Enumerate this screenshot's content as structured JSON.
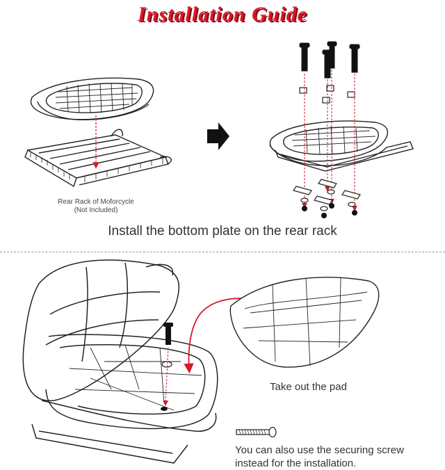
{
  "title": "Installation Guide",
  "top_section": {
    "rack_caption_line1": "Rear Rack of Moforcycle",
    "rack_caption_line2": "(Not Included)",
    "step_caption": "Install the bottom plate on the rear rack"
  },
  "bottom_section": {
    "pad_caption": "Take out the pad",
    "screw_caption_line1": "You can also use the securing screw",
    "screw_caption_line2": "instead for the installation."
  },
  "colors": {
    "title_red": "#d9182b",
    "arrow_red": "#d9182b",
    "line": "#222222"
  }
}
